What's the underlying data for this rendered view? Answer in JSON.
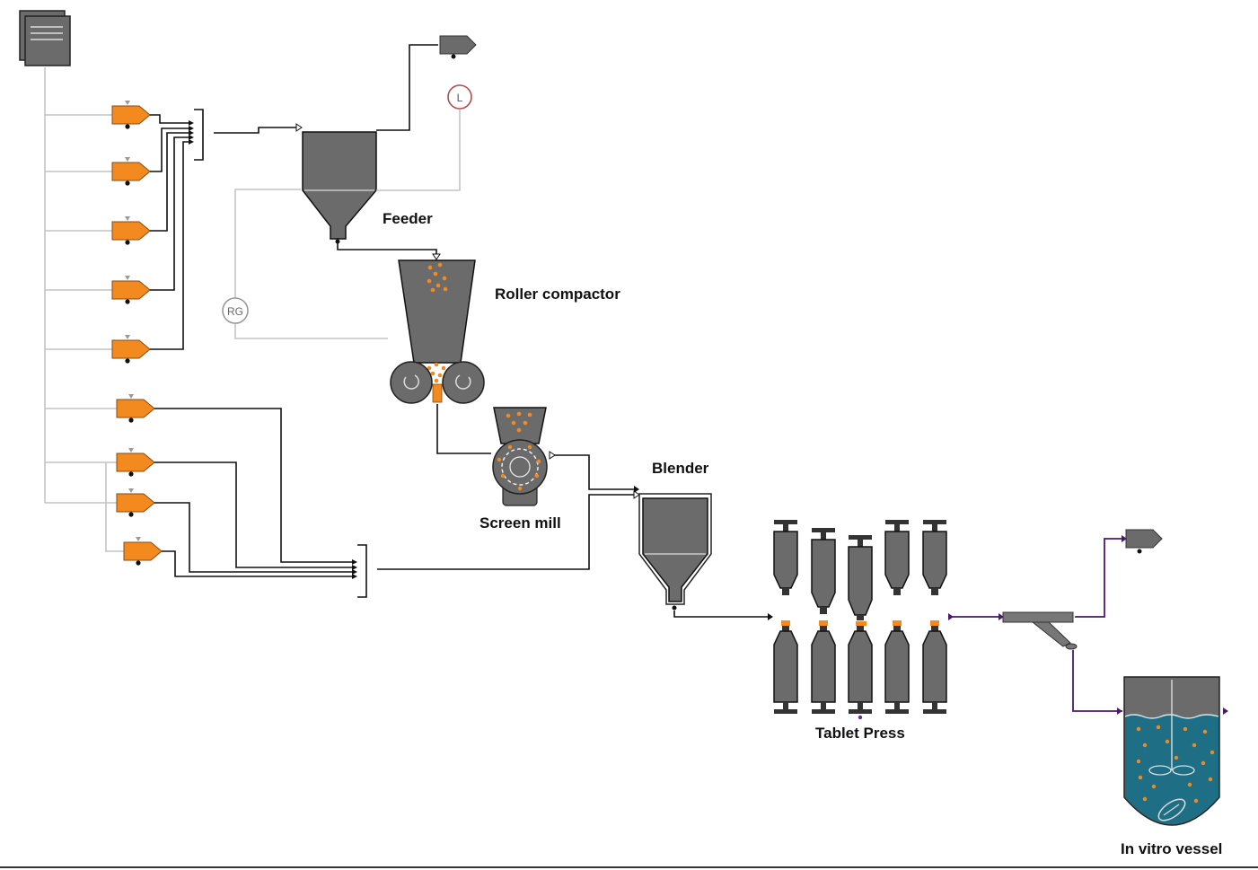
{
  "labels": {
    "feeder": "Feeder",
    "roller_compactor": "Roller compactor",
    "screen_mill": "Screen mill",
    "blender": "Blender",
    "tablet_press": "Tablet Press",
    "in_vitro_vessel": "In vitro vessel"
  },
  "icons": {
    "recycle_controller": "RG",
    "level_controller": "L"
  },
  "colors": {
    "unit_fill": "#6b6b6b",
    "material": "#f28a1f",
    "product_stream": "#4a1a6e",
    "liquid": "#1e6e86",
    "signal_line": "#c4c4c4"
  }
}
